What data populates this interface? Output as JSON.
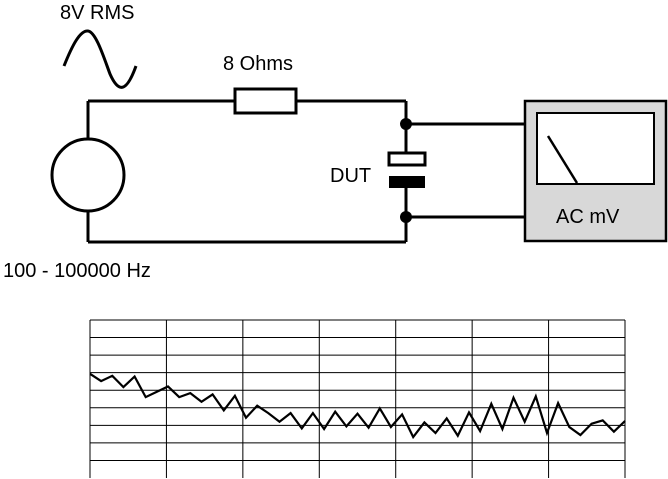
{
  "source": {
    "amplitude_label": "8V RMS",
    "frequency_label": "100 - 100000 Hz"
  },
  "resistor": {
    "label": "8 Ohms"
  },
  "dut": {
    "label": "DUT"
  },
  "meter": {
    "label": "AC mV"
  },
  "colors": {
    "line": "#000000",
    "meter_body": "#d8d8d8",
    "meter_face": "#ffffff"
  },
  "response_trace": {
    "grid_columns": 7,
    "grid_rows": 8,
    "values": [
      47.5,
      42.0,
      46.0,
      37.5,
      45.5,
      30.0,
      34.0,
      38.0,
      30.0,
      33.0,
      26.5,
      32.0,
      20.0,
      31.0,
      14.5,
      23.5,
      18.0,
      11.5,
      18.0,
      6.5,
      18.0,
      6.0,
      19.0,
      8.0,
      17.5,
      7.0,
      21.5,
      7.5,
      17.0,
      0.0,
      11.0,
      3.0,
      14.0,
      1.0,
      18.5,
      4.5,
      25.0,
      6.0,
      29.5,
      11.5,
      30.5,
      3.0,
      25.5,
      7.5,
      1.5,
      10.0,
      12.5,
      4.0,
      12.0
    ]
  }
}
